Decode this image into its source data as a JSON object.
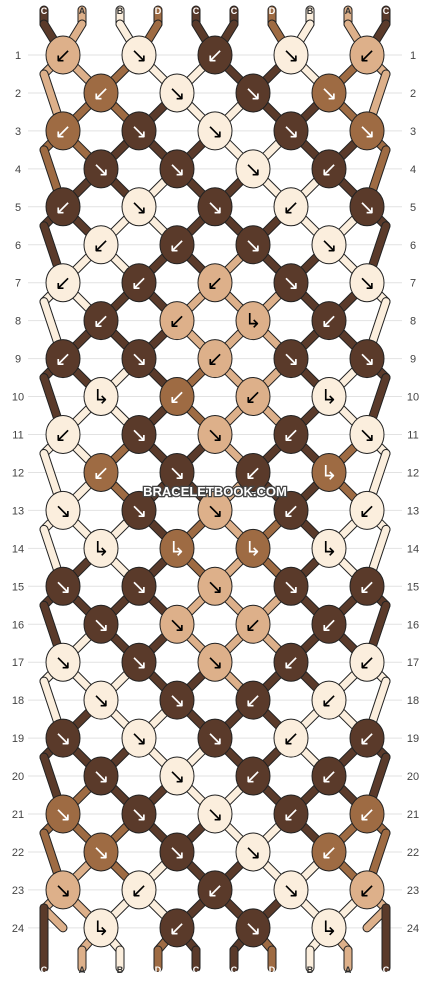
{
  "watermark": "BRACELETBOOK.COM",
  "colors": {
    "C": "#5a3a2a",
    "A": "#ddb08a",
    "B": "#fbeedd",
    "D": "#9e6b43"
  },
  "strands": [
    "C",
    "A",
    "B",
    "D",
    "C",
    "C",
    "D",
    "B",
    "A",
    "C"
  ],
  "row_labels": [
    "1",
    "2",
    "3",
    "4",
    "5",
    "6",
    "7",
    "8",
    "9",
    "10",
    "11",
    "12",
    "13",
    "14",
    "15",
    "16",
    "17",
    "18",
    "19",
    "20",
    "21",
    "22",
    "23",
    "24"
  ],
  "knots": [
    [
      {
        "c": "A",
        "a": "↙"
      },
      {
        "c": "B",
        "a": "↘"
      },
      {
        "c": "C",
        "a": "↙"
      },
      {
        "c": "B",
        "a": "↘"
      },
      {
        "c": "A",
        "a": "↙"
      }
    ],
    [
      {
        "c": "D",
        "a": "↙"
      },
      {
        "c": "B",
        "a": "↘"
      },
      {
        "c": "C",
        "a": "↘"
      },
      {
        "c": "D",
        "a": "↘"
      }
    ],
    [
      {
        "c": "D",
        "a": "↙"
      },
      {
        "c": "C",
        "a": "↘"
      },
      {
        "c": "B",
        "a": "↘"
      },
      {
        "c": "C",
        "a": "↘"
      },
      {
        "c": "D",
        "a": "↘"
      }
    ],
    [
      {
        "c": "C",
        "a": "↘"
      },
      {
        "c": "C",
        "a": "↘"
      },
      {
        "c": "B",
        "a": "↘"
      },
      {
        "c": "C",
        "a": "↙"
      }
    ],
    [
      {
        "c": "C",
        "a": "↙"
      },
      {
        "c": "B",
        "a": "↘"
      },
      {
        "c": "C",
        "a": "↘"
      },
      {
        "c": "B",
        "a": "↙"
      },
      {
        "c": "C",
        "a": "↘"
      }
    ],
    [
      {
        "c": "B",
        "a": "↙"
      },
      {
        "c": "C",
        "a": "↙"
      },
      {
        "c": "C",
        "a": "↘"
      },
      {
        "c": "B",
        "a": "↘"
      }
    ],
    [
      {
        "c": "B",
        "a": "↙"
      },
      {
        "c": "C",
        "a": "↙"
      },
      {
        "c": "A",
        "a": "↙"
      },
      {
        "c": "C",
        "a": "↘"
      },
      {
        "c": "B",
        "a": "↘"
      }
    ],
    [
      {
        "c": "C",
        "a": "↙"
      },
      {
        "c": "A",
        "a": "↙"
      },
      {
        "c": "A",
        "a": "↳"
      },
      {
        "c": "C",
        "a": "↙"
      }
    ],
    [
      {
        "c": "C",
        "a": "↙"
      },
      {
        "c": "C",
        "a": "↘"
      },
      {
        "c": "A",
        "a": "↙"
      },
      {
        "c": "C",
        "a": "↘"
      },
      {
        "c": "C",
        "a": "↘"
      }
    ],
    [
      {
        "c": "B",
        "a": "↳"
      },
      {
        "c": "D",
        "a": "↙"
      },
      {
        "c": "A",
        "a": "↙"
      },
      {
        "c": "B",
        "a": "↳"
      }
    ],
    [
      {
        "c": "B",
        "a": "↙"
      },
      {
        "c": "C",
        "a": "↘"
      },
      {
        "c": "A",
        "a": "↘"
      },
      {
        "c": "C",
        "a": "↙"
      },
      {
        "c": "B",
        "a": "↘"
      }
    ],
    [
      {
        "c": "D",
        "a": "↙"
      },
      {
        "c": "C",
        "a": "↘"
      },
      {
        "c": "C",
        "a": "↙"
      },
      {
        "c": "D",
        "a": "↳"
      }
    ],
    [
      {
        "c": "B",
        "a": "↘"
      },
      {
        "c": "C",
        "a": "↘"
      },
      {
        "c": "A",
        "a": "↘"
      },
      {
        "c": "C",
        "a": "↙"
      },
      {
        "c": "B",
        "a": "↙"
      }
    ],
    [
      {
        "c": "B",
        "a": "↳"
      },
      {
        "c": "D",
        "a": "↳"
      },
      {
        "c": "D",
        "a": "↳"
      },
      {
        "c": "B",
        "a": "↳"
      }
    ],
    [
      {
        "c": "C",
        "a": "↘"
      },
      {
        "c": "C",
        "a": "↘"
      },
      {
        "c": "A",
        "a": "↘"
      },
      {
        "c": "C",
        "a": "↘"
      },
      {
        "c": "C",
        "a": "↙"
      }
    ],
    [
      {
        "c": "C",
        "a": "↘"
      },
      {
        "c": "A",
        "a": "↘"
      },
      {
        "c": "A",
        "a": "↙"
      },
      {
        "c": "C",
        "a": "↙"
      }
    ],
    [
      {
        "c": "B",
        "a": "↘"
      },
      {
        "c": "C",
        "a": "↘"
      },
      {
        "c": "A",
        "a": "↘"
      },
      {
        "c": "C",
        "a": "↙"
      },
      {
        "c": "B",
        "a": "↙"
      }
    ],
    [
      {
        "c": "B",
        "a": "↘"
      },
      {
        "c": "C",
        "a": "↘"
      },
      {
        "c": "C",
        "a": "↙"
      },
      {
        "c": "B",
        "a": "↙"
      }
    ],
    [
      {
        "c": "C",
        "a": "↘"
      },
      {
        "c": "B",
        "a": "↘"
      },
      {
        "c": "C",
        "a": "↘"
      },
      {
        "c": "B",
        "a": "↙"
      },
      {
        "c": "C",
        "a": "↙"
      }
    ],
    [
      {
        "c": "C",
        "a": "↘"
      },
      {
        "c": "B",
        "a": "↘"
      },
      {
        "c": "C",
        "a": "↙"
      },
      {
        "c": "C",
        "a": "↙"
      }
    ],
    [
      {
        "c": "D",
        "a": "↘"
      },
      {
        "c": "C",
        "a": "↘"
      },
      {
        "c": "B",
        "a": "↘"
      },
      {
        "c": "C",
        "a": "↙"
      },
      {
        "c": "D",
        "a": "↙"
      }
    ],
    [
      {
        "c": "D",
        "a": "↘"
      },
      {
        "c": "C",
        "a": "↘"
      },
      {
        "c": "B",
        "a": "↘"
      },
      {
        "c": "D",
        "a": "↙"
      }
    ],
    [
      {
        "c": "A",
        "a": "↘"
      },
      {
        "c": "B",
        "a": "↙"
      },
      {
        "c": "C",
        "a": "↙"
      },
      {
        "c": "B",
        "a": "↘"
      },
      {
        "c": "A",
        "a": "↙"
      }
    ],
    [
      {
        "c": "B",
        "a": "↳"
      },
      {
        "c": "C",
        "a": "↙"
      },
      {
        "c": "C",
        "a": "↘"
      },
      {
        "c": "B",
        "a": "↳"
      }
    ]
  ]
}
